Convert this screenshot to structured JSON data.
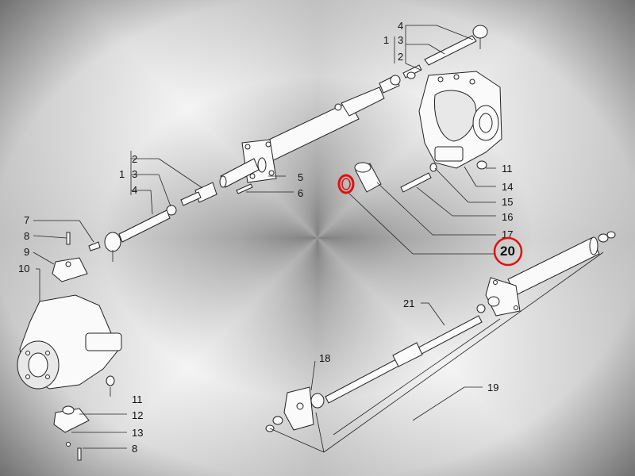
{
  "diagram": {
    "labels": {
      "top_4": "4",
      "top_1": "1",
      "top_3": "3",
      "top_2": "2",
      "l5": "5",
      "l6": "6",
      "l11a": "11",
      "l14": "14",
      "l15": "15",
      "l16": "16",
      "l17": "17",
      "l20": "20",
      "left_2": "2",
      "left_1": "1",
      "left_3": "3",
      "left_4": "4",
      "l7": "7",
      "l8a": "8",
      "l9": "9",
      "l10": "10",
      "l21": "21",
      "l18": "18",
      "l19": "19",
      "l11b": "11",
      "l12": "12",
      "l13": "13",
      "l8b": "8"
    },
    "highlight_color": "#e01010"
  }
}
